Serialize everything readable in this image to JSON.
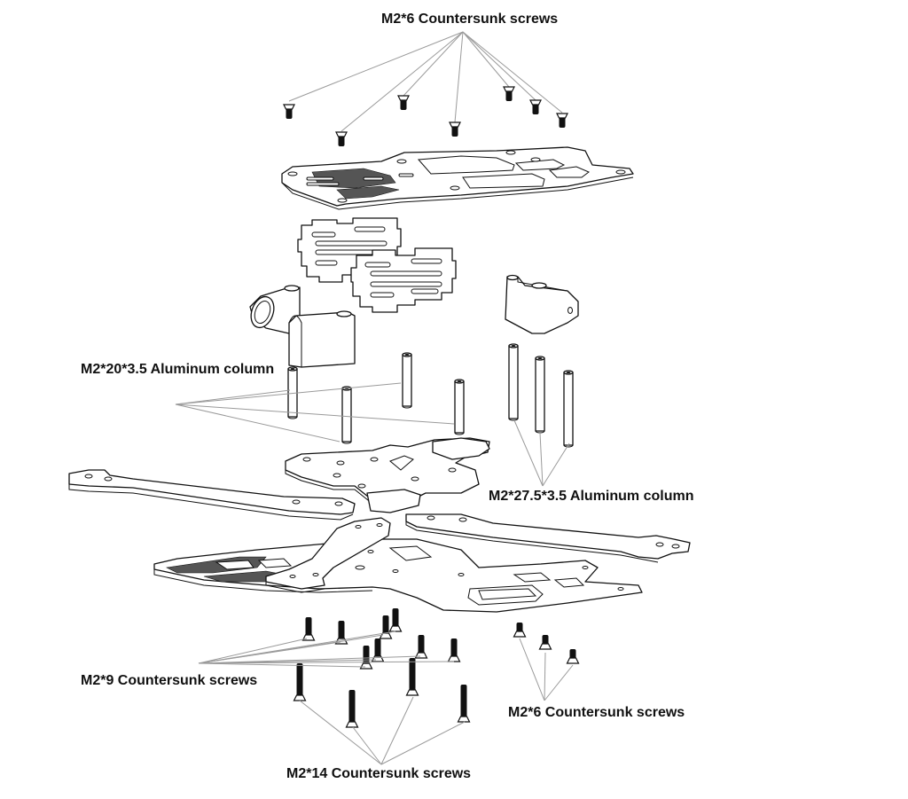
{
  "diagram": {
    "title": "Drone frame exploded assembly",
    "colors": {
      "line": "#111111",
      "leader": "#9a9a9a",
      "background": "#ffffff"
    },
    "labels": {
      "top_screws": "M2*6 Countersunk screws",
      "short_columns": "M2*20*3.5 Aluminum column",
      "long_columns": "M2*27.5*3.5 Aluminum column",
      "m2x9_screws": "M2*9 Countersunk screws",
      "bottom_m2x6_screws": "M2*6 Countersunk screws",
      "m2x14_screws": "M2*14 Countersunk screws"
    },
    "parts": [
      {
        "id": "top-screws",
        "name": "M2*6 Countersunk screws",
        "count": 7
      },
      {
        "id": "top-plate",
        "name": "Top plate"
      },
      {
        "id": "side-plates",
        "name": "Side plates",
        "count": 2
      },
      {
        "id": "camera-mount",
        "name": "Camera mount"
      },
      {
        "id": "rear-mount",
        "name": "Rear mount"
      },
      {
        "id": "short-columns",
        "name": "M2*20*3.5 Aluminum column",
        "count": 4
      },
      {
        "id": "long-columns",
        "name": "M2*27.5*3.5 Aluminum column",
        "count": 3
      },
      {
        "id": "middle-plate",
        "name": "Middle plate"
      },
      {
        "id": "arms",
        "name": "Arms",
        "count": 4
      },
      {
        "id": "bottom-plate",
        "name": "Bottom plate"
      },
      {
        "id": "m2x9-screws",
        "name": "M2*9 Countersunk screws",
        "count": 8
      },
      {
        "id": "bottom-m2x6-screws",
        "name": "M2*6 Countersunk screws",
        "count": 3
      },
      {
        "id": "m2x14-screws",
        "name": "M2*14 Countersunk screws",
        "count": 4
      }
    ]
  }
}
